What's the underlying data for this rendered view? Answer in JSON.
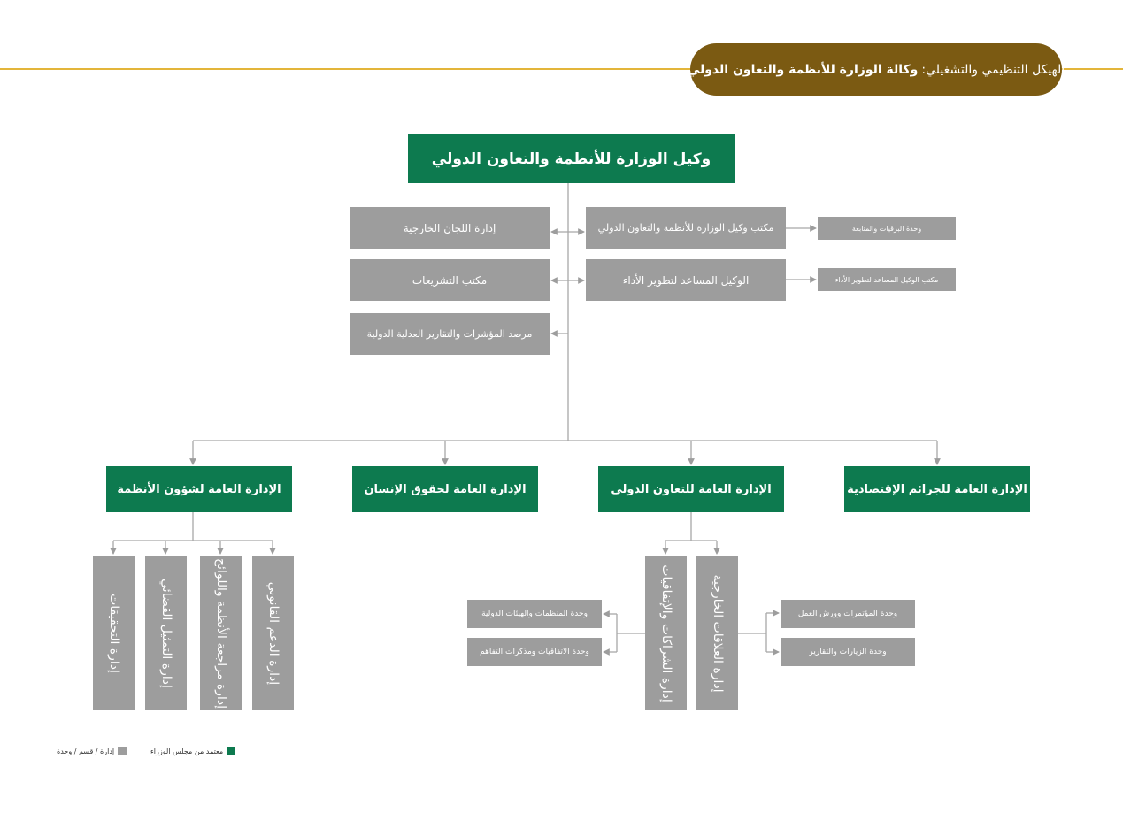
{
  "header": {
    "prefix": "الهيكل التنظيمي والتشغيلي:",
    "title": "وكالة الوزارة للأنظمة والتعاون الدولي"
  },
  "top": {
    "label": "وكيل الوزارة للأنظمة والتعاون الدولي"
  },
  "left_units": [
    "إدارة اللجان الخارجية",
    "مكتب التشريعات",
    "مرصد المؤشرات والتقارير العدلية الدولية"
  ],
  "right_units": [
    "مكتب وكيل الوزارة للأنظمة والتعاون الدولي",
    "الوكيل المساعد لتطوير الأداء"
  ],
  "right_small": [
    "وحدة البرقيات والمتابعة",
    "مكتب الوكيل المساعد لتطوير الأداء"
  ],
  "general_admins": [
    "الإدارة العامة لشؤون الأنظمة",
    "الإدارة العامة لحقوق الإنسان",
    "الإدارة العامة للتعاون الدولي",
    "الإدارة العامة للجرائم الإقتصادية"
  ],
  "systems_depts": [
    "إدارة التحقيقات",
    "إدارة التمثيل القضائي",
    "إدارة مراجعة الأنظمة واللوائح",
    "إدارة الدعم القانوني"
  ],
  "coop_depts": [
    "إدارة الشراكات والإتفاقيات",
    "إدارة العلاقات الخارجية"
  ],
  "partnership_units": [
    "وحدة المنظمات والهيئات الدولية",
    "وحدة الاتفاقيات ومذكرات التفاهم"
  ],
  "relations_units": [
    "وحدة المؤتمرات وورش العمل",
    "وحدة الزيارات والتقارير"
  ],
  "legend": {
    "approved": "معتمد من مجلس الوزراء",
    "unit": "إدارة / قسم / وحدة"
  },
  "colors": {
    "green": "#0d7a4f",
    "gray": "#9d9d9d",
    "brown": "#7b5a12",
    "gold_line": "#e3b53a"
  }
}
